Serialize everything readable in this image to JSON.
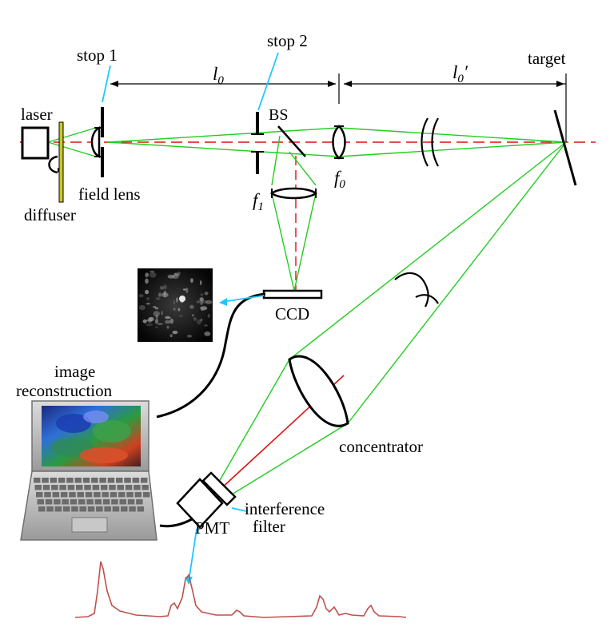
{
  "labels": {
    "laser": "laser",
    "diffuser": "diffuser",
    "field_lens": "field lens",
    "stop1": "stop 1",
    "stop2": "stop 2",
    "bs": "BS",
    "f0": "f",
    "f0_sub": "0",
    "f1": "f",
    "f1_sub": "1",
    "l0": "l",
    "l0_sub": "0",
    "l0p": "l",
    "l0p_sub": "0",
    "l0p_prime": "′",
    "target": "target",
    "ccd": "CCD",
    "image_reconstruction_1": "image",
    "image_reconstruction_2": "reconstruction",
    "concentrator": "concentrator",
    "interference_1": "interference",
    "interference_2": "filter",
    "pmt": "PMT"
  },
  "colors": {
    "green_beam": "#22cc22",
    "red_axis": "#dd1111",
    "cyan_pointer": "#1ec8ff",
    "signal": "#c0504d",
    "black": "#000000"
  }
}
